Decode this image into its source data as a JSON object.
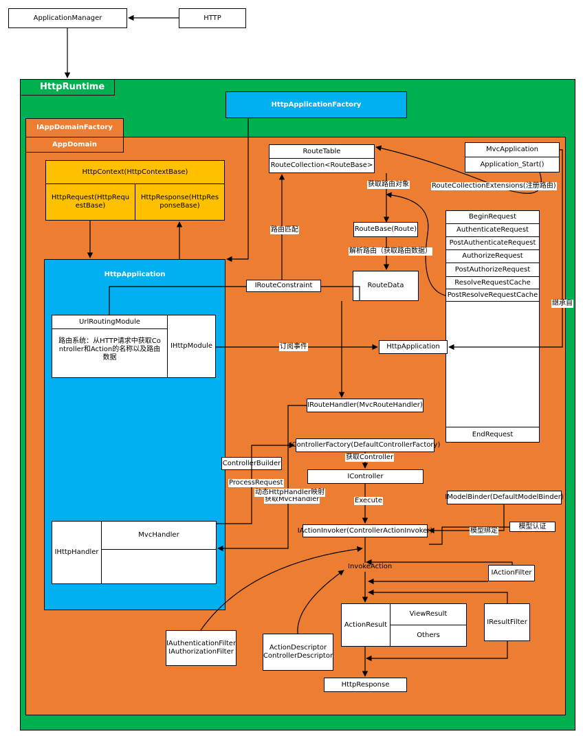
{
  "nodes": {
    "app_manager": "ApplicationManager",
    "http": "HTTP",
    "http_runtime": "HttpRuntime",
    "http_app_factory": "HttpApplicationFactory",
    "iappdomain_factory": "IAppDomainFactory",
    "appdomain": "AppDomain",
    "http_context": "HttpContext(HttpContextBase)",
    "http_request": "HttpRequest(HttpRequestBase)",
    "http_response": "HttpResponse(HttpResponseBase)",
    "http_application": "HttpApplication",
    "url_routing_module": "UrlRoutingModule",
    "routing_desc": "路由系统：从HTTP请求中获取Controller和Action的名称以及路由数据",
    "ihttp_module": "IHttpModule",
    "route_table": "RouteTable",
    "route_collection": "RouteCollection<RouteBase>",
    "route_base": "RouteBase(Route)",
    "route_data": "RouteData",
    "iroute_constraint": "IRouteConstraint",
    "mvc_application": "MvcApplication",
    "application_start": "Application_Start()",
    "events": [
      "BeginRequest",
      "AuthenticateRequest",
      "PostAuthenticateRequest",
      "AuthorizeRequest",
      "PostAuthorizeRequest",
      "ResolveRequestCache",
      "PostResolveRequestCache"
    ],
    "end_request": "EndRequest",
    "http_application_right": "HttpApplication",
    "iroute_handler": "IRouteHandler(MvcRouteHandler)",
    "icontroller_factory": "IControllerFactory(DefaultControllerFactory)",
    "icontroller": "IController",
    "controller_builder": "ControllerBuilder",
    "imodel_binder": "IModelBinder(DefaultModelBinder)",
    "model_validate": "模型认证",
    "iaction_invoker": "IActionInvoker(ControllerActionInvoker)",
    "ihttp_handler": "IHttpHandler",
    "mvc_handler": "MvcHandler",
    "invoke_action": "InvokeAction",
    "iaction_filter": "IActionFilter",
    "action_result": "ActionResult",
    "view_result": "ViewResult",
    "others": "Others",
    "iresult_filter": "IResultFilter",
    "auth_filter_1": "IAuthenticationFilter",
    "auth_filter_2": "IAuthorizationFilter",
    "action_descriptor_1": "ActionDescriptor",
    "action_descriptor_2": "ControllerDescriptor",
    "http_response_bottom": "HttpResponse"
  },
  "labels": {
    "get_route_object": "获取路由对象",
    "route_collection_ext": "RouteCollectionExtensions(注册路由)",
    "route_match": "路由匹配",
    "parse_route": "解析路由（获取路由数据）",
    "inherit_from": "继承自",
    "subscribe_events": "订阅事件",
    "get_controller": "获取Controller",
    "process_request": "ProcessRequest",
    "dynamic_handler_map": "动态HttpHandler映射",
    "get_mvc_handler": "获取MvcHandler",
    "execute": "Execute",
    "model_binding": "模型绑定"
  },
  "colors": {
    "http_runtime_bg": "#00b050",
    "appdomain_bg": "#ed7d31",
    "http_app_factory_bg": "#00b0f0",
    "http_context_bg": "#ffc000",
    "http_application_bg": "#00b0f0"
  }
}
